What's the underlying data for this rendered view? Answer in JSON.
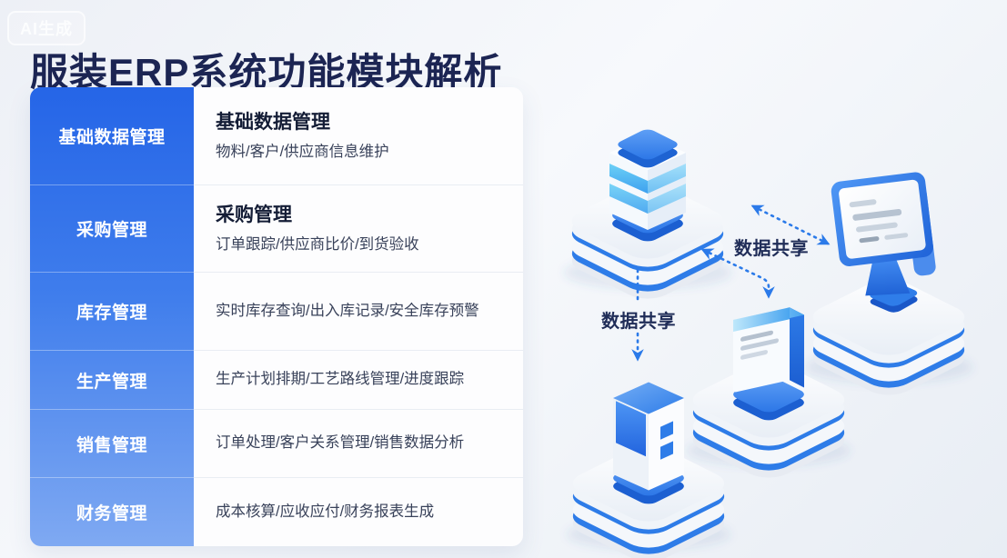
{
  "watermark": "AI生成",
  "title": "服装ERP系统功能模块解析",
  "table": {
    "rows": [
      {
        "module": "基础数据管理",
        "heading": "基础数据管理",
        "desc": "物料/客户/供应商信息维护"
      },
      {
        "module": "采购管理",
        "heading": "采购管理",
        "desc": "订单跟踪/供应商比价/到货验收"
      },
      {
        "module": "库存管理",
        "heading": "",
        "desc": "实时库存查询/出入库记录/安全库存预警"
      },
      {
        "module": "生产管理",
        "heading": "",
        "desc": "生产计划排期/工艺路线管理/进度跟踪"
      },
      {
        "module": "销售管理",
        "heading": "",
        "desc": "订单处理/客户关系管理/销售数据分析"
      },
      {
        "module": "财务管理",
        "heading": "",
        "desc": "成本核算/应收应付/财务报表生成"
      }
    ]
  },
  "diagram": {
    "share_labels": [
      "数据共享",
      "数据共享"
    ],
    "icons": [
      "database-stack-icon",
      "monitor-icon",
      "document-icon",
      "kiosk-terminal-icon"
    ]
  },
  "colors": {
    "accent_blue": "#2b7ae9",
    "sidebar_gradient_top": "#2565e7",
    "sidebar_gradient_bottom": "#7fa9f2",
    "title_navy": "#1c2553",
    "background": "#eef1f6"
  }
}
